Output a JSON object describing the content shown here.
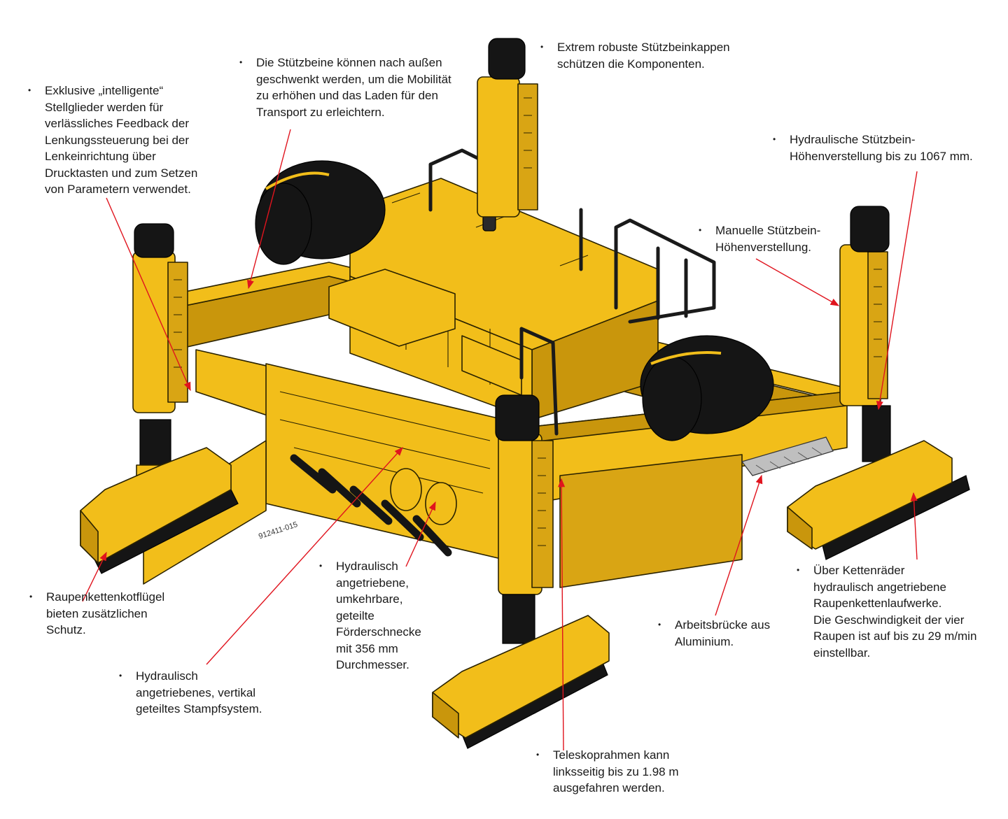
{
  "diagram": {
    "part_number": "912411-015",
    "colors": {
      "machine_yellow": "#f2be1a",
      "machine_shadow": "#c9960c",
      "outline": "#2a2200",
      "black_part": "#151515",
      "leader_line": "#e0141e",
      "text": "#1a1a1a"
    },
    "callouts": [
      {
        "id": "smart-actuators",
        "text": "Exklusive „intelligente“\nStellglieder werden für\nverlässliches Feedback der\nLenkungssteuerung bei der\nLenkeinrichtung über\nDrucktasten und zum Setzen\nvon Parametern verwendet."
      },
      {
        "id": "swing-legs",
        "text": "Die Stützbeine können nach außen\ngeschwenkt werden, um die Mobilität\nzu erhöhen und das Laden für den\nTransport zu erleichtern."
      },
      {
        "id": "leg-caps",
        "text": "Extrem robuste Stützbeinkappen\nschützen die Komponenten."
      },
      {
        "id": "hydraulic-height",
        "text": "Hydraulische Stützbein-\nHöhenverstellung bis zu 1067 mm."
      },
      {
        "id": "manual-height",
        "text": "Manuelle Stützbein-\nHöhenverstellung."
      },
      {
        "id": "track-fenders",
        "text": "Raupenkettenkotflügel\nbieten zusätzlichen\nSchutz."
      },
      {
        "id": "auger",
        "text": "Hydraulisch\nangetriebene,\numkehrbare,\ngeteilte\nFörderschnecke\nmit 356 mm\nDurchmesser."
      },
      {
        "id": "tamper",
        "text": "Hydraulisch\nangetriebenes, vertikal\ngeteiltes Stampfsystem."
      },
      {
        "id": "bridge",
        "text": "Arbeitsbrücke aus\nAluminium."
      },
      {
        "id": "track-drives",
        "text": "Über Kettenräder\nhydraulisch angetriebene\nRaupenkettenlaufwerke.\nDie Geschwindigkeit der vier\nRaupen ist auf bis zu 29 m/min\neinstellbar."
      },
      {
        "id": "telescopic-frame",
        "text": "Teleskoprahmen kann\nlinksseitig bis zu 1.98 m\nausgefahren werden."
      }
    ]
  }
}
